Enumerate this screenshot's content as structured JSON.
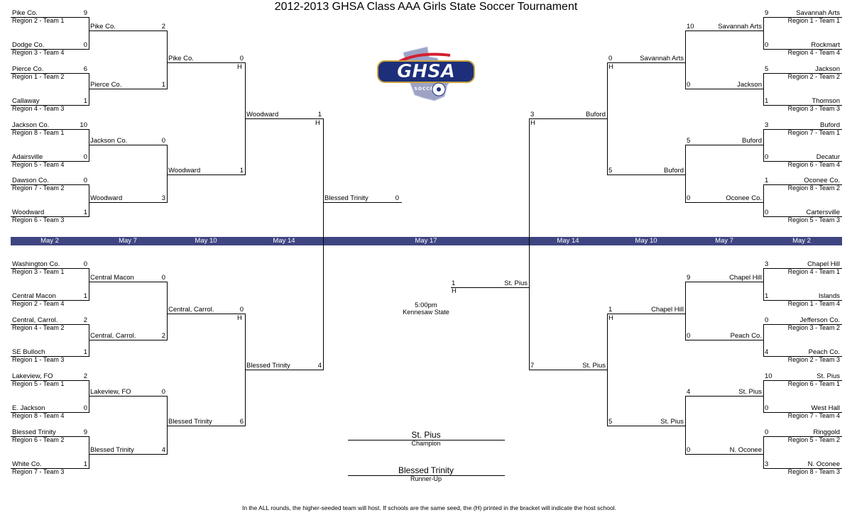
{
  "title": "2012-2013 GHSA Class AAA Girls State Soccer Tournament",
  "logo": {
    "text": "GHSA",
    "subtext": "SOCCER"
  },
  "dates": [
    "May 2",
    "May 7",
    "May 10",
    "May 14",
    "May 17",
    "May 14",
    "May 10",
    "May 7",
    "May 2"
  ],
  "left_top": {
    "r1": [
      {
        "team": "Pike Co.",
        "seed": "Region 2 - Team 1",
        "score": "9"
      },
      {
        "team": "Dodge Co.",
        "seed": "Region 3 - Team 4",
        "score": "0"
      },
      {
        "team": "Pierce Co.",
        "seed": "Region 1 - Team 2",
        "score": "6"
      },
      {
        "team": "Callaway",
        "seed": "Region 4 - Team 3",
        "score": "1"
      },
      {
        "team": "Jackson Co.",
        "seed": "Region 8 - Team 1",
        "score": "10"
      },
      {
        "team": "Adairsville",
        "seed": "Region 5 - Team 4",
        "score": "0"
      },
      {
        "team": "Dawson Co.",
        "seed": "Region 7 - Team 2",
        "score": "0"
      },
      {
        "team": "Woodward",
        "seed": "Region 6 - Team 3",
        "score": "1"
      }
    ],
    "r2": [
      {
        "team": "Pike Co.",
        "score": "2"
      },
      {
        "team": "Pierce Co.",
        "score": "1"
      },
      {
        "team": "Jackson Co.",
        "score": "0"
      },
      {
        "team": "Woodward",
        "score": "3"
      }
    ],
    "r3": [
      {
        "team": "Pike Co.",
        "score": "0",
        "host": "H"
      },
      {
        "team": "Woodward",
        "score": "1"
      }
    ],
    "r4": {
      "team": "Woodward",
      "score": "1",
      "host": "H"
    }
  },
  "left_bottom": {
    "r1": [
      {
        "team": "Washington Co.",
        "seed": "Region 3 - Team 1",
        "score": "0"
      },
      {
        "team": "Central Macon",
        "seed": "Region 2 - Team 4",
        "score": "1"
      },
      {
        "team": "Central, Carrol.",
        "seed": "Region 4 - Team 2",
        "score": "2"
      },
      {
        "team": "SE Bulloch",
        "seed": "Region 1 - Team 3",
        "score": "1"
      },
      {
        "team": "Lakeview, FO",
        "seed": "Region 5 - Team 1",
        "score": "2"
      },
      {
        "team": "E. Jackson",
        "seed": "Region 8 - Team 4",
        "score": "0"
      },
      {
        "team": "Blessed Trinity",
        "seed": "Region 6 - Team 2",
        "score": "9"
      },
      {
        "team": "White Co.",
        "seed": "Region 7 - Team 3",
        "score": "1"
      }
    ],
    "r2": [
      {
        "team": "Central Macon",
        "score": "0"
      },
      {
        "team": "Central, Carrol.",
        "score": "2"
      },
      {
        "team": "Lakeview, FO",
        "score": "0"
      },
      {
        "team": "Blessed Trinity",
        "score": "4"
      }
    ],
    "r3": [
      {
        "team": "Central, Carrol.",
        "score": "0",
        "host": "H"
      },
      {
        "team": "Blessed Trinity",
        "score": "6"
      }
    ],
    "r4": {
      "team": "Blessed Trinity",
      "score": "4"
    }
  },
  "right_top": {
    "r1": [
      {
        "team": "Savannah Arts",
        "seed": "Region 1 - Team 1",
        "score": "9"
      },
      {
        "team": "Rockmart",
        "seed": "Region 4 - Team 4",
        "score": "0"
      },
      {
        "team": "Jackson",
        "seed": "Region 2 - Team 2",
        "score": "5"
      },
      {
        "team": "Thomson",
        "seed": "Region 3 - Team 3",
        "score": "1"
      },
      {
        "team": "Buford",
        "seed": "Region 7 - Team 1",
        "score": "3"
      },
      {
        "team": "Decatur",
        "seed": "Region 6 - Team 4",
        "score": "0"
      },
      {
        "team": "Oconee Co.",
        "seed": "Region 8 - Team 2",
        "score": "1"
      },
      {
        "team": "Cartersville",
        "seed": "Region 5 - Team 3",
        "score": "0"
      }
    ],
    "r2": [
      {
        "team": "Savannah Arts",
        "score": "10"
      },
      {
        "team": "Jackson",
        "score": "0"
      },
      {
        "team": "Buford",
        "score": "5"
      },
      {
        "team": "Oconee Co.",
        "score": "0"
      }
    ],
    "r3": [
      {
        "team": "Savannah Arts",
        "score": "0",
        "host": "H"
      },
      {
        "team": "Buford",
        "score": "5"
      }
    ],
    "r4": {
      "team": "Buford",
      "score": "3",
      "host": "H"
    }
  },
  "right_bottom": {
    "r1": [
      {
        "team": "Chapel Hill",
        "seed": "Region 4 - Team 1",
        "score": "3"
      },
      {
        "team": "Islands",
        "seed": "Region 1 - Team 4",
        "score": "1"
      },
      {
        "team": "Jefferson Co.",
        "seed": "Region 3 - Team 2",
        "score": "0"
      },
      {
        "team": "Peach Co.",
        "seed": "Region 2 - Team 3",
        "score": "4"
      },
      {
        "team": "St. Pius",
        "seed": "Region 6 - Team 1",
        "score": "10"
      },
      {
        "team": "West Hall",
        "seed": "Region 7 - Team 4",
        "score": "0"
      },
      {
        "team": "Ringgold",
        "seed": "Region 5 - Team 2",
        "score": "0"
      },
      {
        "team": "N. Oconee",
        "seed": "Region 8 - Team 3",
        "score": "3"
      }
    ],
    "r2": [
      {
        "team": "Chapel Hill",
        "score": "9"
      },
      {
        "team": "Peach Co.",
        "score": "0"
      },
      {
        "team": "St. Pius",
        "score": "4"
      },
      {
        "team": "N. Oconee",
        "score": "0"
      }
    ],
    "r3": [
      {
        "team": "Chapel Hill",
        "score": "1",
        "host": "H"
      },
      {
        "team": "St. Pius",
        "score": "5"
      }
    ],
    "r4": {
      "team": "St. Pius",
      "score": "7"
    }
  },
  "final": {
    "left": {
      "team": "Blessed Trinity",
      "score": "0"
    },
    "right": {
      "team": "St. Pius",
      "score": "1",
      "host": "H"
    },
    "time": "5:00pm",
    "venue": "Kennesaw State"
  },
  "champion": {
    "team": "St. Pius",
    "label": "Champion"
  },
  "runner_up": {
    "team": "Blessed Trinity",
    "label": "Runner-Up"
  },
  "footer": "In the ALL rounds, the higher-seeded team will host.  If schools are the same seed, the (H) printed in the bracket will indicate the host school."
}
